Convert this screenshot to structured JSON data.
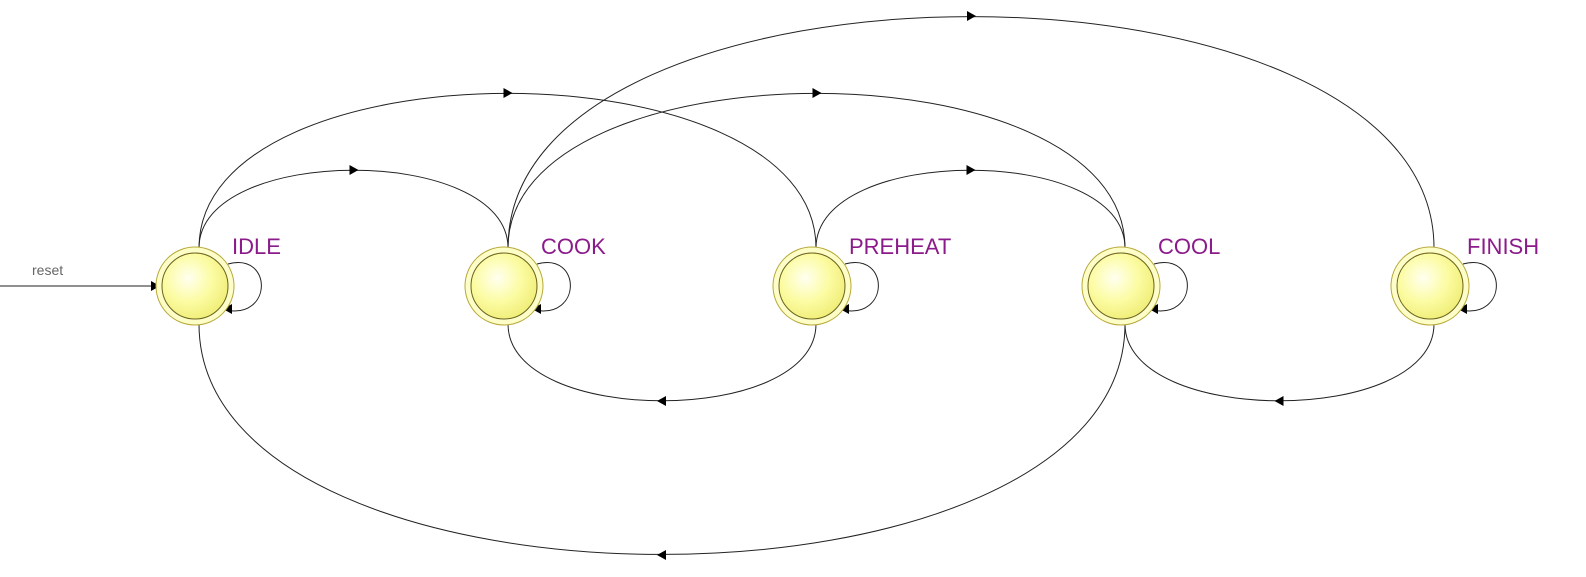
{
  "diagram": {
    "type": "state-machine",
    "reset_label": "reset",
    "colors": {
      "state_fill": "#fbfb8c",
      "state_ring": "#d9c94a",
      "label": "#8b1a8b",
      "edge": "#222222",
      "reset_text": "#666666"
    },
    "states": [
      {
        "id": "idle",
        "label": "IDLE",
        "initial": true
      },
      {
        "id": "cook",
        "label": "COOK"
      },
      {
        "id": "preheat",
        "label": "PREHEAT"
      },
      {
        "id": "cool",
        "label": "COOL"
      },
      {
        "id": "finish",
        "label": "FINISH"
      }
    ],
    "transitions": [
      {
        "from": "IDLE",
        "to": "IDLE"
      },
      {
        "from": "IDLE",
        "to": "COOK"
      },
      {
        "from": "IDLE",
        "to": "PREHEAT"
      },
      {
        "from": "COOK",
        "to": "COOK"
      },
      {
        "from": "COOK",
        "to": "COOL"
      },
      {
        "from": "COOK",
        "to": "FINISH"
      },
      {
        "from": "PREHEAT",
        "to": "PREHEAT"
      },
      {
        "from": "PREHEAT",
        "to": "COOK"
      },
      {
        "from": "PREHEAT",
        "to": "COOL"
      },
      {
        "from": "COOL",
        "to": "COOL"
      },
      {
        "from": "COOL",
        "to": "IDLE"
      },
      {
        "from": "FINISH",
        "to": "FINISH"
      },
      {
        "from": "FINISH",
        "to": "COOL"
      }
    ]
  }
}
